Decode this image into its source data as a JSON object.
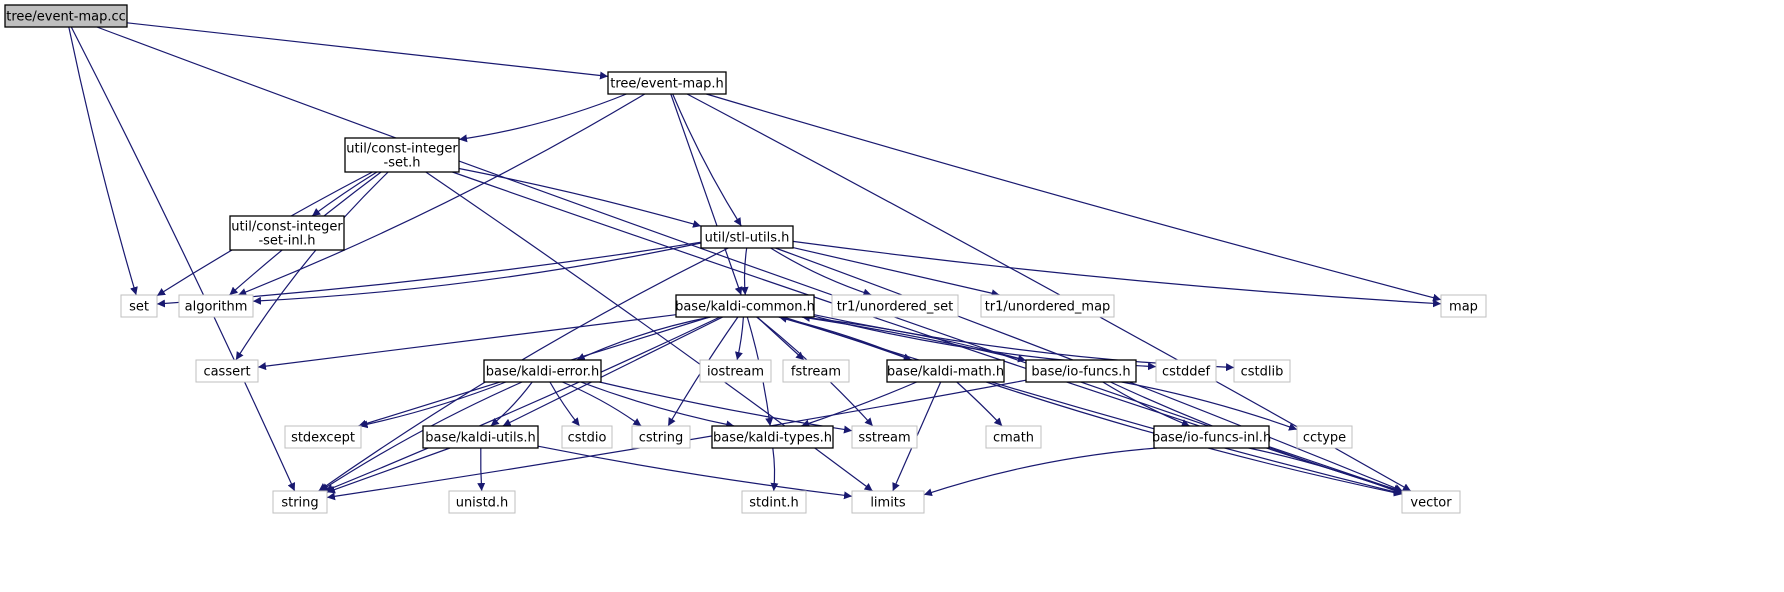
{
  "title": "tree/event-map.cc",
  "colors": {
    "edge": "#191970",
    "node_border": "#000000",
    "external_border": "#bfbfbf",
    "root_fill": "#bfbfbf",
    "fill": "#ffffff"
  },
  "nodes": {
    "event_map_cc": {
      "label": "tree/event-map.cc",
      "kind": "root"
    },
    "event_map_h": {
      "label": "tree/event-map.h",
      "kind": "header"
    },
    "const_integer_set_h": {
      "label": [
        "util/const-integer",
        "-set.h"
      ],
      "kind": "header"
    },
    "const_integer_set_inl_h": {
      "label": [
        "util/const-integer",
        "-set-inl.h"
      ],
      "kind": "header"
    },
    "stl_utils_h": {
      "label": "util/stl-utils.h",
      "kind": "header"
    },
    "set": {
      "label": "set",
      "kind": "external"
    },
    "algorithm": {
      "label": "algorithm",
      "kind": "external"
    },
    "tr1_unordered_set": {
      "label": "tr1/unordered_set",
      "kind": "external"
    },
    "tr1_unordered_map": {
      "label": "tr1/unordered_map",
      "kind": "external"
    },
    "map": {
      "label": "map",
      "kind": "external"
    },
    "kaldi_common_h": {
      "label": "base/kaldi-common.h",
      "kind": "header"
    },
    "cassert": {
      "label": "cassert",
      "kind": "external"
    },
    "kaldi_error_h": {
      "label": "base/kaldi-error.h",
      "kind": "header"
    },
    "iostream": {
      "label": "iostream",
      "kind": "external"
    },
    "fstream": {
      "label": "fstream",
      "kind": "external"
    },
    "kaldi_math_h": {
      "label": "base/kaldi-math.h",
      "kind": "header"
    },
    "io_funcs_h": {
      "label": "base/io-funcs.h",
      "kind": "header"
    },
    "cstddef": {
      "label": "cstddef",
      "kind": "external"
    },
    "cstdlib": {
      "label": "cstdlib",
      "kind": "external"
    },
    "stdexcept": {
      "label": "stdexcept",
      "kind": "external"
    },
    "kaldi_utils_h": {
      "label": "base/kaldi-utils.h",
      "kind": "header"
    },
    "cstdio": {
      "label": "cstdio",
      "kind": "external"
    },
    "cstring": {
      "label": "cstring",
      "kind": "external"
    },
    "kaldi_types_h": {
      "label": "base/kaldi-types.h",
      "kind": "header"
    },
    "sstream": {
      "label": "sstream",
      "kind": "external"
    },
    "cmath": {
      "label": "cmath",
      "kind": "external"
    },
    "io_funcs_inl_h": {
      "label": "base/io-funcs-inl.h",
      "kind": "header"
    },
    "cctype": {
      "label": "cctype",
      "kind": "external"
    },
    "string": {
      "label": "string",
      "kind": "external"
    },
    "unistd_h": {
      "label": "unistd.h",
      "kind": "external"
    },
    "limits": {
      "label": "limits",
      "kind": "external"
    },
    "stdint_h": {
      "label": "stdint.h",
      "kind": "external"
    },
    "vector": {
      "label": "vector",
      "kind": "external"
    }
  },
  "edges": [
    [
      "event_map_cc",
      "event_map_h"
    ],
    [
      "event_map_cc",
      "set"
    ],
    [
      "event_map_cc",
      "string"
    ],
    [
      "event_map_cc",
      "vector"
    ],
    [
      "event_map_h",
      "const_integer_set_h"
    ],
    [
      "event_map_h",
      "stl_utils_h"
    ],
    [
      "event_map_h",
      "kaldi_common_h"
    ],
    [
      "event_map_h",
      "algorithm"
    ],
    [
      "event_map_h",
      "map"
    ],
    [
      "event_map_h",
      "vector"
    ],
    [
      "const_integer_set_h",
      "const_integer_set_inl_h"
    ],
    [
      "const_integer_set_h",
      "stl_utils_h"
    ],
    [
      "const_integer_set_h",
      "set"
    ],
    [
      "const_integer_set_h",
      "algorithm"
    ],
    [
      "const_integer_set_h",
      "cassert"
    ],
    [
      "const_integer_set_h",
      "limits"
    ],
    [
      "const_integer_set_h",
      "vector"
    ],
    [
      "stl_utils_h",
      "kaldi_common_h"
    ],
    [
      "stl_utils_h",
      "set"
    ],
    [
      "stl_utils_h",
      "algorithm"
    ],
    [
      "stl_utils_h",
      "tr1_unordered_set"
    ],
    [
      "stl_utils_h",
      "tr1_unordered_map"
    ],
    [
      "stl_utils_h",
      "map"
    ],
    [
      "stl_utils_h",
      "string"
    ],
    [
      "stl_utils_h",
      "vector"
    ],
    [
      "kaldi_common_h",
      "cassert"
    ],
    [
      "kaldi_common_h",
      "kaldi_error_h"
    ],
    [
      "kaldi_common_h",
      "iostream"
    ],
    [
      "kaldi_common_h",
      "fstream"
    ],
    [
      "kaldi_common_h",
      "kaldi_math_h"
    ],
    [
      "kaldi_common_h",
      "io_funcs_h"
    ],
    [
      "kaldi_common_h",
      "cstddef"
    ],
    [
      "kaldi_common_h",
      "cstdlib"
    ],
    [
      "kaldi_common_h",
      "stdexcept"
    ],
    [
      "kaldi_common_h",
      "kaldi_utils_h"
    ],
    [
      "kaldi_common_h",
      "cstring"
    ],
    [
      "kaldi_common_h",
      "kaldi_types_h"
    ],
    [
      "kaldi_common_h",
      "sstream"
    ],
    [
      "kaldi_common_h",
      "string"
    ],
    [
      "kaldi_common_h",
      "vector"
    ],
    [
      "kaldi_error_h",
      "stdexcept"
    ],
    [
      "kaldi_error_h",
      "kaldi_utils_h"
    ],
    [
      "kaldi_error_h",
      "cstdio"
    ],
    [
      "kaldi_error_h",
      "cstring"
    ],
    [
      "kaldi_error_h",
      "kaldi_types_h"
    ],
    [
      "kaldi_error_h",
      "sstream"
    ],
    [
      "kaldi_error_h",
      "string"
    ],
    [
      "kaldi_math_h",
      "kaldi_common_h"
    ],
    [
      "kaldi_math_h",
      "kaldi_types_h"
    ],
    [
      "kaldi_math_h",
      "cmath"
    ],
    [
      "kaldi_math_h",
      "limits"
    ],
    [
      "kaldi_math_h",
      "vector"
    ],
    [
      "io_funcs_h",
      "kaldi_common_h"
    ],
    [
      "io_funcs_h",
      "io_funcs_inl_h"
    ],
    [
      "io_funcs_h",
      "cctype"
    ],
    [
      "io_funcs_h",
      "string"
    ],
    [
      "io_funcs_h",
      "vector"
    ],
    [
      "io_funcs_inl_h",
      "limits"
    ],
    [
      "io_funcs_inl_h",
      "vector"
    ],
    [
      "kaldi_utils_h",
      "string"
    ],
    [
      "kaldi_utils_h",
      "unistd_h"
    ],
    [
      "kaldi_utils_h",
      "limits"
    ],
    [
      "kaldi_types_h",
      "stdint_h"
    ]
  ]
}
